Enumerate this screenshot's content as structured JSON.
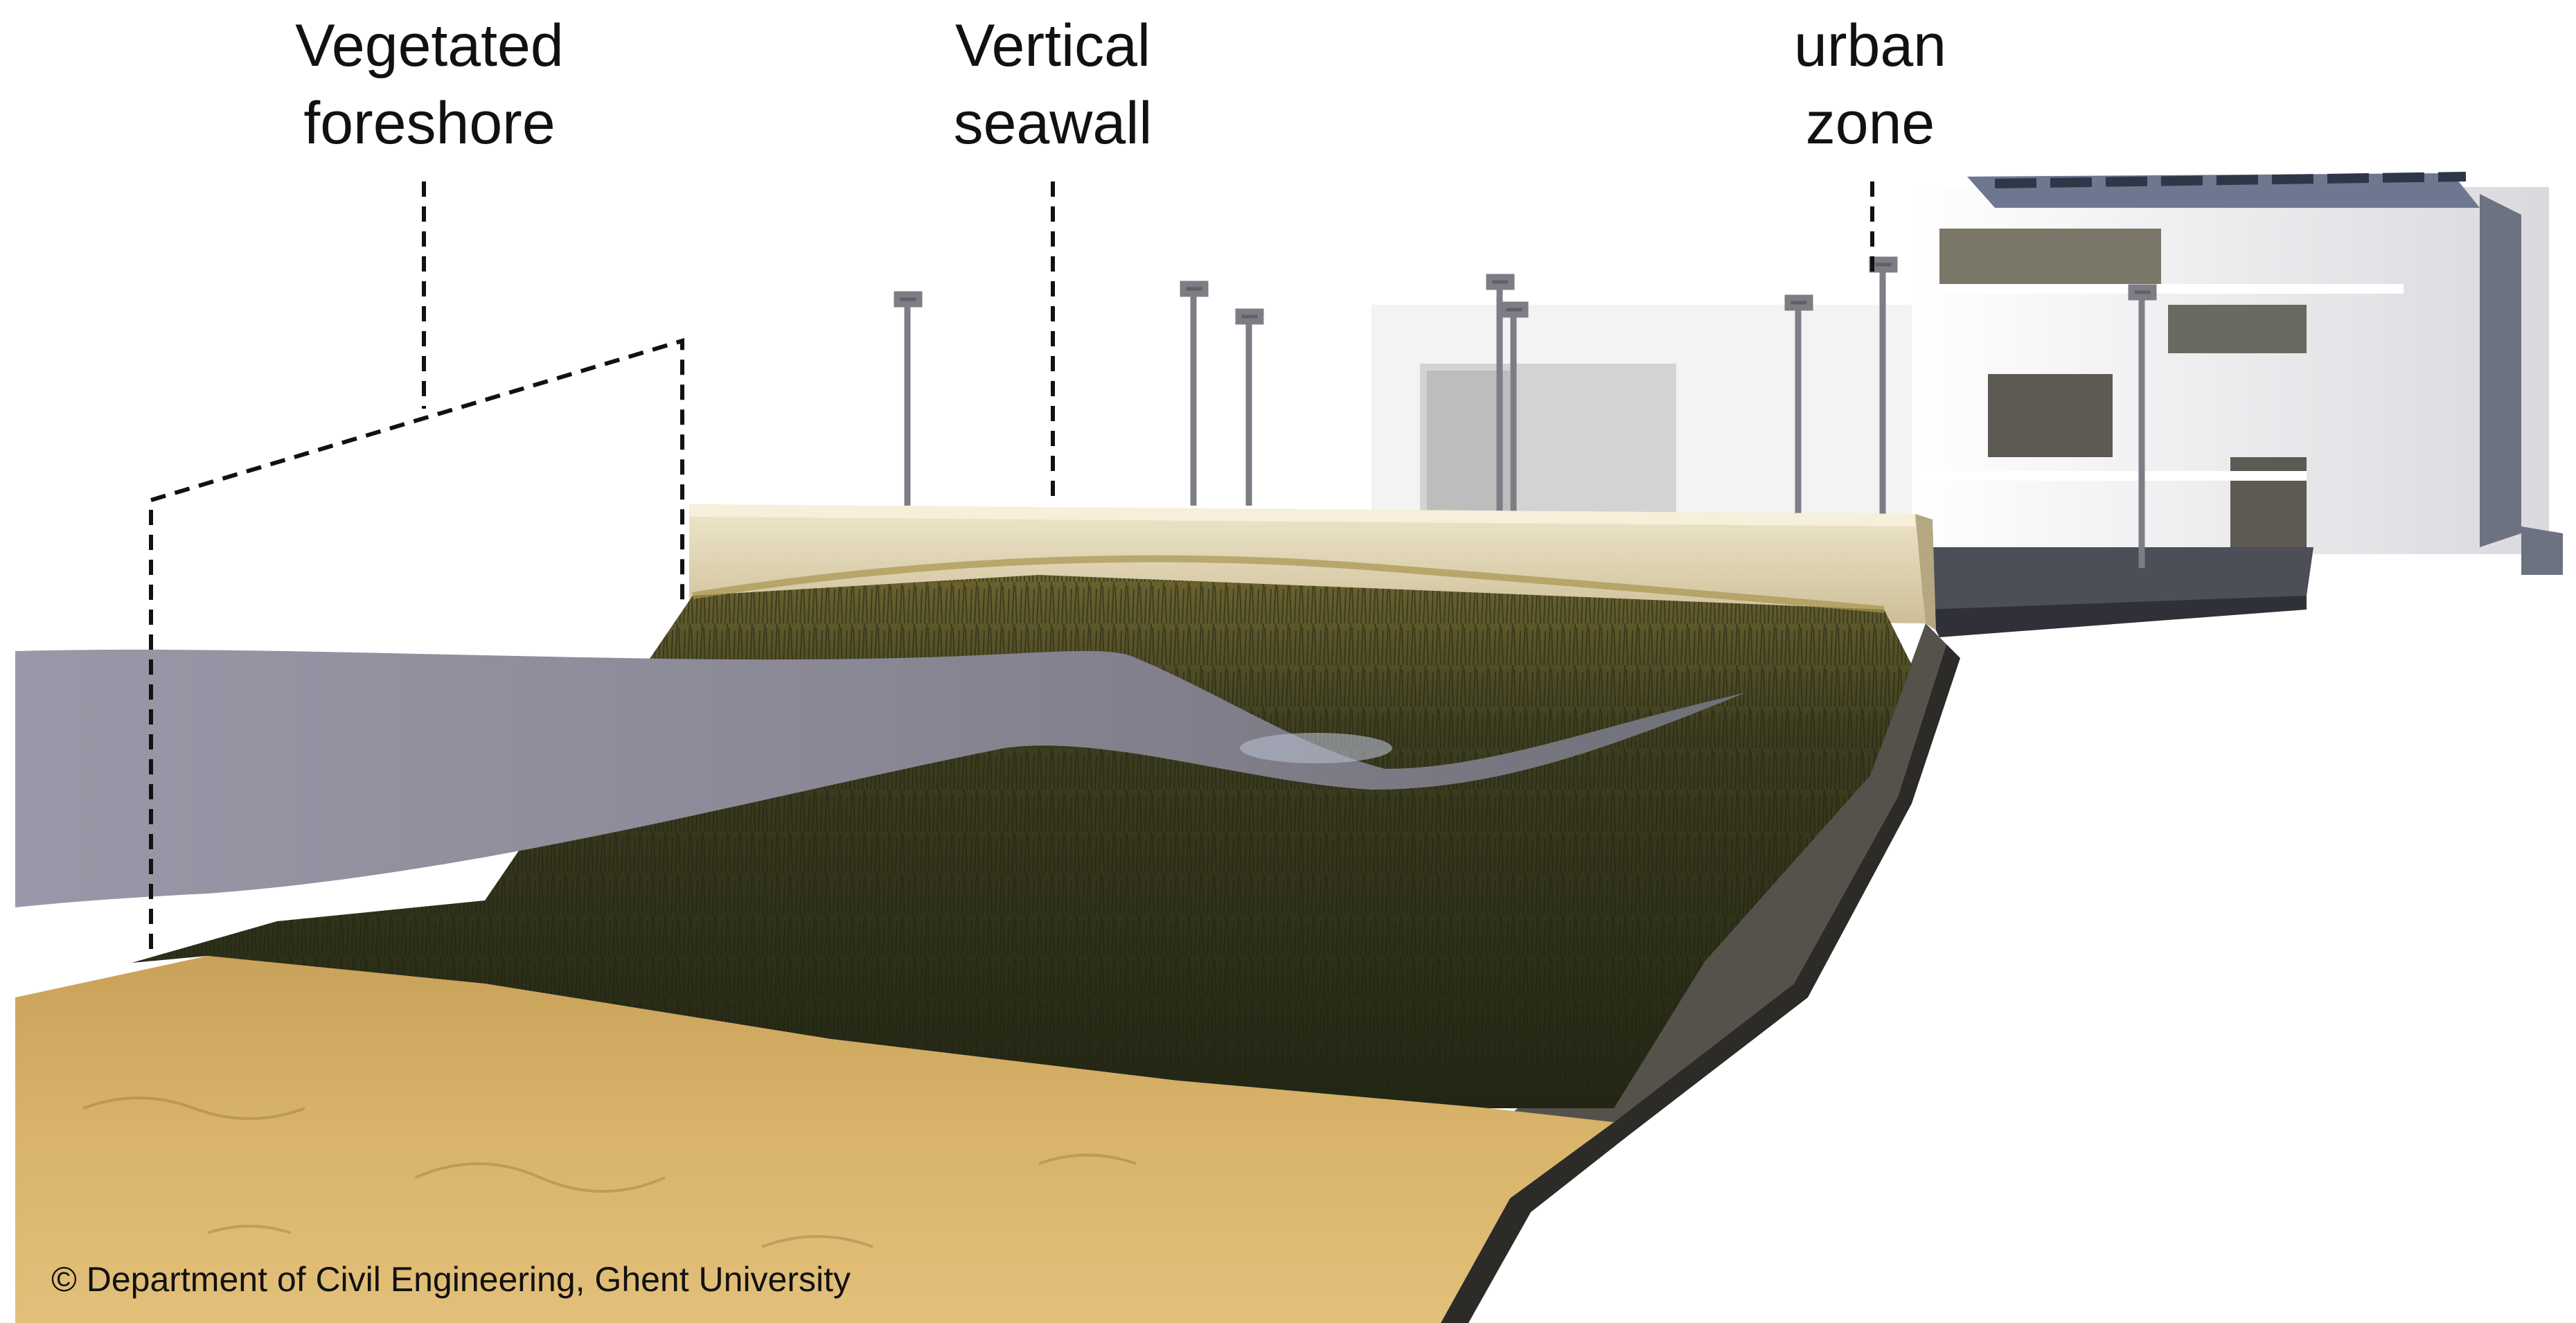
{
  "labels": {
    "foreshore": {
      "line1": "Vegetated",
      "line2": "foreshore"
    },
    "seawall": {
      "line1": "Vertical",
      "line2": "seawall"
    },
    "urban": {
      "line1": "urban",
      "line2": "zone"
    }
  },
  "credit": "© Department of Civil Engineering, Ghent University",
  "colors": {
    "sand": "#d9b46a",
    "water": "#8f8ea0",
    "grass": "#3d3d20",
    "seawall": "#e6dcc0",
    "building": "#f2f2f2",
    "leader_line": "#111111"
  }
}
